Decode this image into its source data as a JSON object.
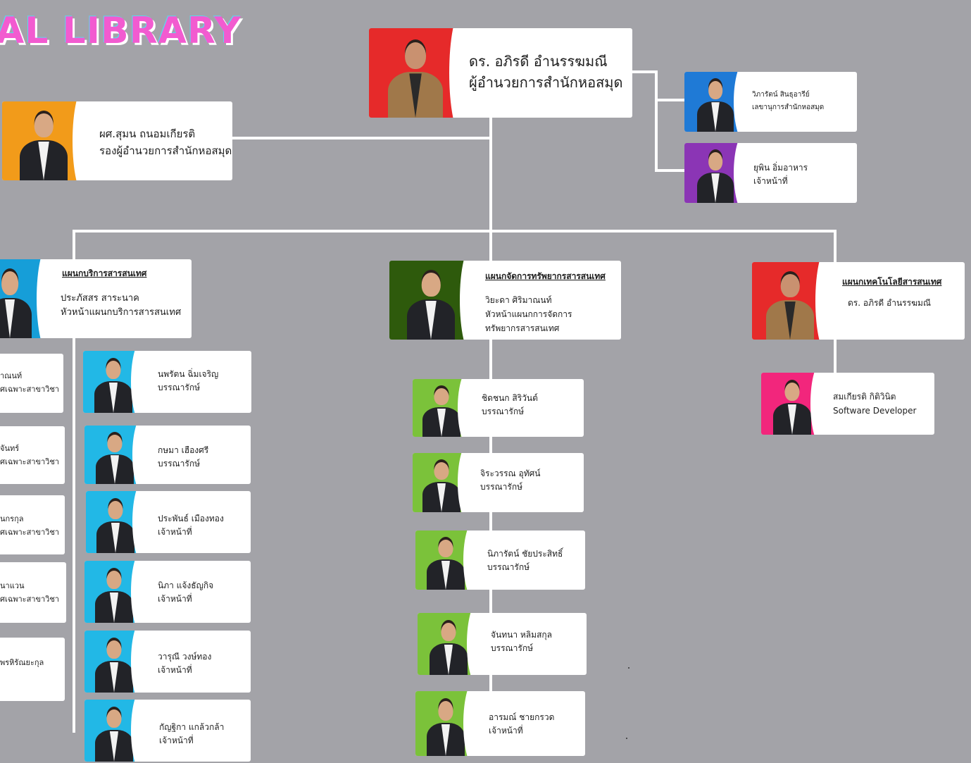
{
  "banner": "AL LIBRARY",
  "director": {
    "name": "ดร. อภิรดี อำนรรฆมณี",
    "role": "ผู้อำนวยการสำนักหอสมุด",
    "color": "#e62a2a"
  },
  "deputy": {
    "name": "ผศ.สุมน ถนอมเกียรติ",
    "role": "รองผู้อำนวยการสำนักหอสมุด",
    "color": "#f29b1a"
  },
  "secretary": {
    "name": "วิภารัตน์ สินธุอารีย์",
    "role": "เลขานุการสำนักหอสมุด",
    "color": "#1f7ad6"
  },
  "officer": {
    "name": "ยุพิน อิ่มอาหาร",
    "role": "เจ้าหน้าที่",
    "color": "#8b35b5"
  },
  "dept_service": {
    "dept": "แผนกบริการสารสนเทศ",
    "name": "ประภัสสร สาระนาค",
    "role": "หัวหน้าแผนกบริการสารสนเทศ",
    "color": "#169ed8"
  },
  "dept_resource": {
    "dept": "แผนกจัดการทรัพยากรสารสนเทศ",
    "name": "วิยะดา ศิริมาณนท์",
    "role1": "หัวหน้าแผนกการจัดการ",
    "role2": "ทรัพยากรสารสนเทศ",
    "color": "#2e5a0c"
  },
  "dept_tech": {
    "dept": "แผนกเทคโนโลยีสารสนเทศ",
    "name": "ดร. อภิรดี อำนรรฆมณี",
    "color": "#e62a2a"
  },
  "service_left": [
    {
      "line1": "าณนท์",
      "line2": "ศเฉพาะสาขาวิชา"
    },
    {
      "line1": "จันทร์",
      "line2": "ศเฉพาะสาขาวิชา"
    },
    {
      "line1": "นกรกุล",
      "line2": "ศเฉพาะสาขาวิชา"
    },
    {
      "line1": "นาแวน",
      "line2": "ศเฉพาะสาขาวิชา"
    },
    {
      "line1": "พรหิรัณยะกุล",
      "line2": "ั"
    }
  ],
  "service_right": [
    {
      "name": "นพรัตน ฉิ่มเจริญ",
      "role": "บรรณารักษ์",
      "color": "#22b8e6"
    },
    {
      "name": "กษมา เฮืองศรี",
      "role": "บรรณารักษ์",
      "color": "#22b8e6"
    },
    {
      "name": "ประพันธ์ เมืองทอง",
      "role": "เจ้าหน้าที่",
      "color": "#22b8e6"
    },
    {
      "name": "นิภา แจ้งธัญกิจ",
      "role": "เจ้าหน้าที่",
      "color": "#22b8e6"
    },
    {
      "name": "วารุณี วงษ์ทอง",
      "role": "เจ้าหน้าที่",
      "color": "#22b8e6"
    },
    {
      "name": "กัญฐิกา แกล้วกล้า",
      "role": "เจ้าหน้าที่",
      "color": "#22b8e6"
    }
  ],
  "resource_staff": [
    {
      "name": "ชิดชนก สิริวันต์",
      "role": "บรรณารักษ์",
      "color": "#7bc23a"
    },
    {
      "name": "จิระวรรณ อุทัศน์",
      "role": "บรรณารักษ์",
      "color": "#7bc23a"
    },
    {
      "name": "นิภารัตน์ ชัยประสิทธิ์",
      "role": "บรรณารักษ์",
      "color": "#7bc23a"
    },
    {
      "name": "จันทนา หลิมสกุล",
      "role": "บรรณารักษ์",
      "color": "#7bc23a"
    },
    {
      "name": "อารมณ์ ชายกรวด",
      "role": "เจ้าหน้าที่",
      "color": "#7bc23a"
    }
  ],
  "tech_staff": {
    "name": "สมเกียรติ กิติวินิต",
    "role": "Software Developer",
    "color": "#f2267c"
  }
}
